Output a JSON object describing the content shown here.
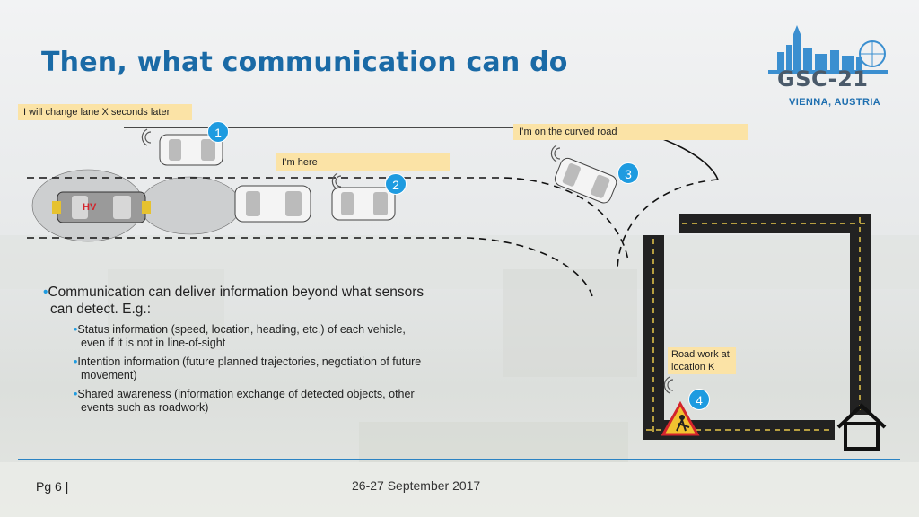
{
  "slide": {
    "title": "Then, what communication can do",
    "logo": {
      "name": "GSC-21",
      "location": "VIENNA, AUSTRIA"
    },
    "callouts": {
      "lane_change": "I will change lane X seconds later",
      "curved_road": "I’m on the curved road",
      "im_here": "I’m here",
      "road_work": "Road work at location K"
    },
    "markers": [
      "1",
      "2",
      "3",
      "4"
    ],
    "host_vehicle_label": "HV",
    "bullets": {
      "main": "Communication can deliver information beyond what sensors can detect. E.g.:",
      "sub": [
        "Status information (speed, location, heading, etc.) of each vehicle, even if it is not in line-of-sight",
        "Intention information (future planned trajectories, negotiation of future movement)",
        "Shared awareness (information exchange of detected objects, other events such as roadwork)"
      ]
    },
    "footer": {
      "page": "Pg  6 |",
      "date": "26-27 September 2017"
    },
    "colors": {
      "title": "#1a6aa6",
      "marker": "#1e9be0",
      "callout": "#fbe3a6",
      "footer_line": "#2b83c3"
    },
    "icons": [
      "wireless-signal-icon",
      "car-icon",
      "home-icon",
      "roadwork-warning-icon"
    ]
  }
}
